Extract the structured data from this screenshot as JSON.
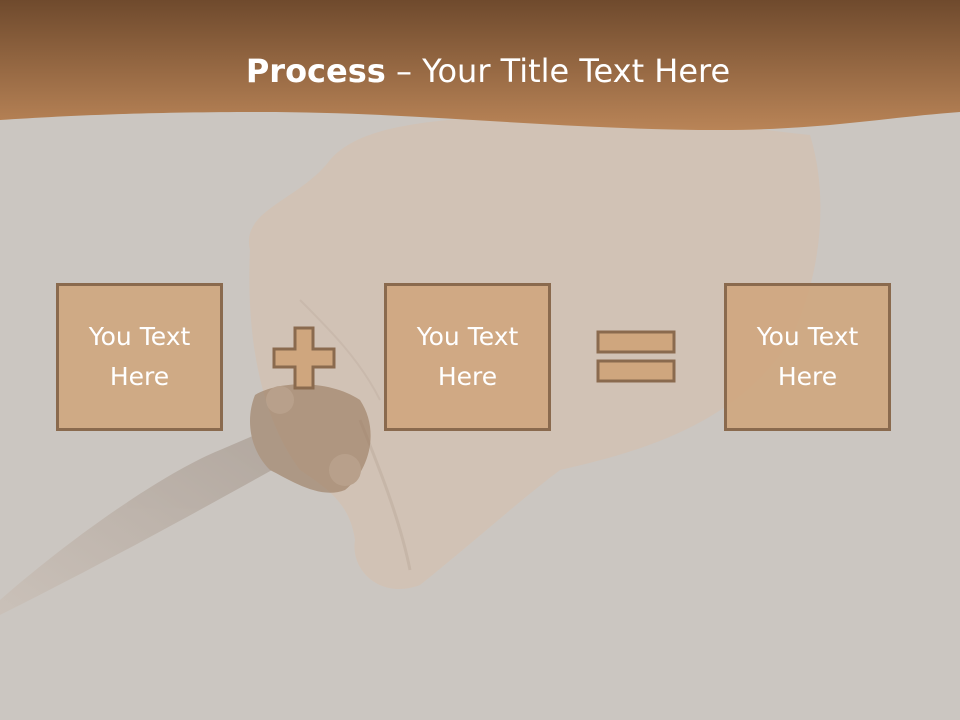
{
  "slide": {
    "title_bold": "Process",
    "title_rest": " – Your Title Text Here",
    "boxes": [
      {
        "text": "You Text Here"
      },
      {
        "text": "You Text Here"
      },
      {
        "text": "You Text Here"
      }
    ],
    "operators": [
      "plus-icon",
      "equals-icon"
    ]
  },
  "colors": {
    "banner_dark": "#7b5535",
    "banner_light": "#b78356",
    "background": "#cbc6c1",
    "box_fill": "#cfa67e",
    "box_border": "#8a6a4e"
  }
}
